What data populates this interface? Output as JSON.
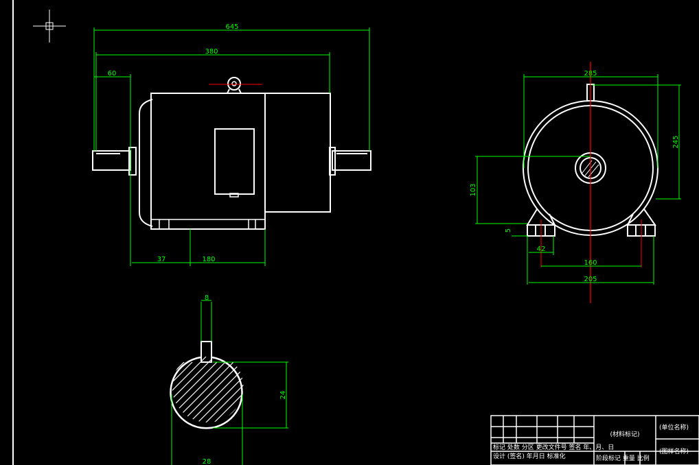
{
  "colors": {
    "background": "#000000",
    "outline": "#ffffff",
    "dimension": "#00ff00",
    "centerline": "#ff0000"
  },
  "side_view": {
    "dim_overall": "645",
    "dim_body": "380",
    "dim_shaft_left": "60",
    "dim_foot_offset": "37",
    "dim_foot_span": "180"
  },
  "end_view": {
    "dim_width_top": "285",
    "dim_height_right": "245",
    "dim_center_height": "103",
    "dim_foot_thickness": "5",
    "dim_foot_width": "42",
    "dim_mount_span": "160",
    "dim_base_width": "205"
  },
  "shaft_section": {
    "dim_key": "8",
    "dim_diameter": "24",
    "dim_bottom": "28"
  },
  "title_block": {
    "row1": "标记 处数 分区 更改文件号 签名 年、月、日",
    "row2": "设计 (签名) 年月日 标准化",
    "material_label": "(材料标记)",
    "unit_label": "(单位名称)",
    "drawing_label": "(图样名称)",
    "stage_label": "阶段标记 重量 比例"
  }
}
